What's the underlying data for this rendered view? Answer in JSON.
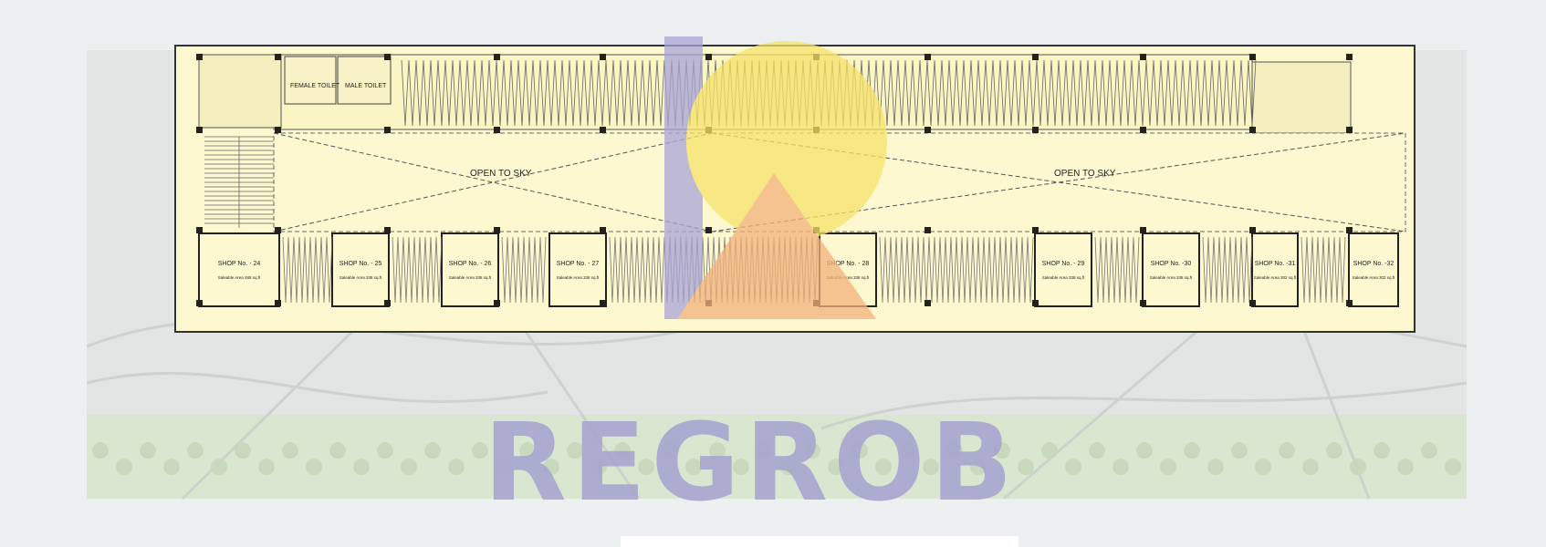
{
  "plan": {
    "labels": {
      "female_toilet": "FEMALE TOILET",
      "male_toilet": "MALE TOILET",
      "open_to_sky_left": "OPEN TO SKY",
      "open_to_sky_right": "OPEN TO SKY"
    },
    "shops": [
      {
        "name": "SHOP No. - 24",
        "area": "Saleable Area 488 sq.ft"
      },
      {
        "name": "SHOP No. - 25",
        "area": "Saleable Area 338 sq.ft"
      },
      {
        "name": "SHOP No. - 26",
        "area": "Saleable Area 338 sq.ft"
      },
      {
        "name": "SHOP No. - 27",
        "area": "Saleable Area 338 sq.ft"
      },
      {
        "name": "SHOP No. - 28",
        "area": "Saleable Area 338 sq.ft"
      },
      {
        "name": "SHOP No. - 29",
        "area": "Saleable Area 338 sq.ft"
      },
      {
        "name": "SHOP No. -30",
        "area": "Saleable Area 338 sq.ft"
      },
      {
        "name": "SHOP No. -31",
        "area": "Saleable Area 302 sq.ft"
      },
      {
        "name": "SHOP No. -32",
        "area": "Saleable Area 302 sq.ft"
      }
    ]
  },
  "watermark": {
    "text": "REGROB"
  },
  "colors": {
    "plan_fill": "#fdf8cf",
    "wall": "#222222",
    "watermark_text": "#a7a6cf",
    "logo_yellow": "#f7e36a",
    "logo_orange": "#f2b27a",
    "logo_purple": "#a9a4d6"
  }
}
